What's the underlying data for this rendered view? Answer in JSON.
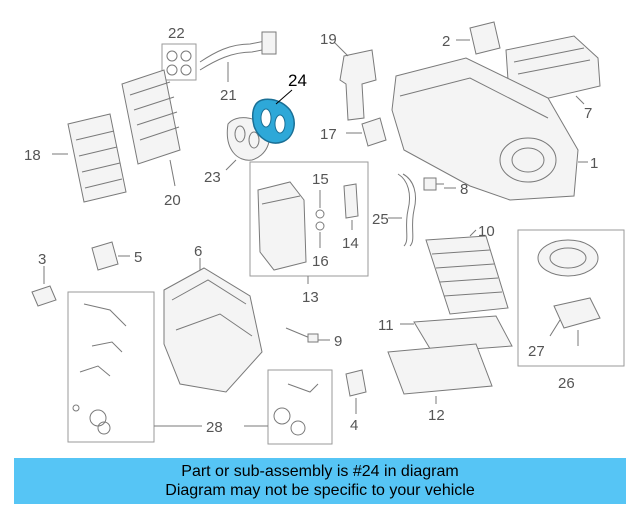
{
  "callouts": {
    "c1": "1",
    "c2": "2",
    "c3": "3",
    "c4": "4",
    "c5": "5",
    "c6": "6",
    "c7": "7",
    "c8": "8",
    "c9": "9",
    "c10": "10",
    "c11": "11",
    "c12": "12",
    "c13": "13",
    "c14": "14",
    "c15": "15",
    "c16": "16",
    "c17": "17",
    "c18": "18",
    "c19": "19",
    "c20": "20",
    "c21": "21",
    "c22": "22",
    "c23": "23",
    "c24": "24",
    "c25": "25",
    "c26": "26",
    "c27": "27",
    "c28": "28"
  },
  "highlight": {
    "part": "24",
    "color": "#2ea8d8"
  },
  "banner": {
    "line1": "Part or sub-assembly is #24 in diagram",
    "line2": "Diagram may not be specific to your vehicle",
    "color": "#56c5f5"
  }
}
